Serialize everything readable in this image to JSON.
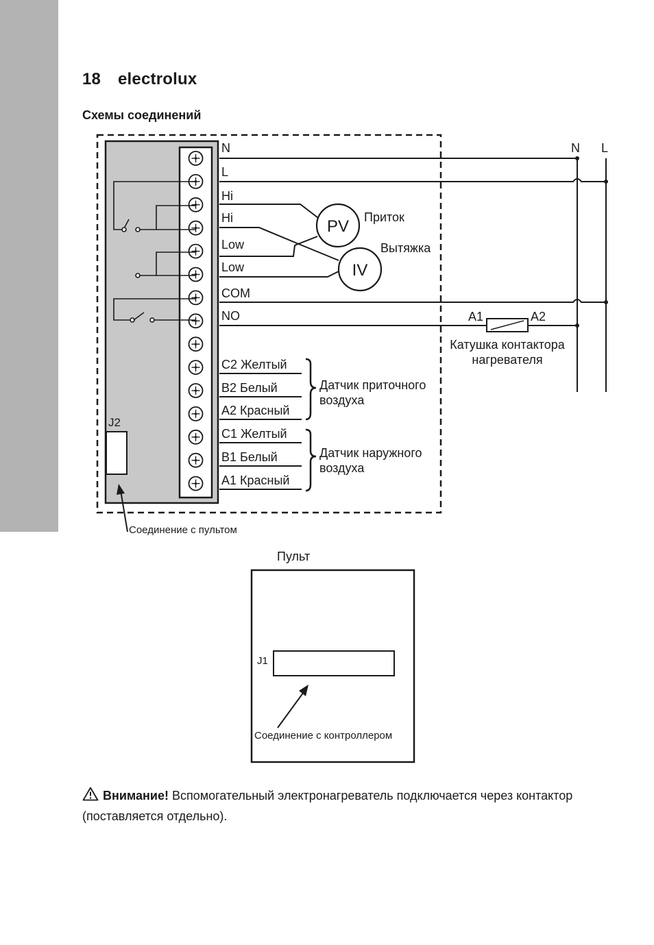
{
  "header": {
    "page_number": "18",
    "brand": "electrolux"
  },
  "section_title": "Схемы соединений",
  "diagram": {
    "terminals": [
      "N",
      "L",
      "Hi",
      "Hi",
      "Low",
      "Low",
      "COM",
      "NO"
    ],
    "sensor_wires": [
      "C2 Желтый",
      "B2 Белый",
      "A2 Красный",
      "C1 Желтый",
      "B1 Белый",
      "A1 Красный"
    ],
    "right_bus": {
      "n": "N",
      "l": "L"
    },
    "motor_pv": "PV",
    "motor_iv": "IV",
    "label_supply": "Приток",
    "label_exhaust": "Вытяжка",
    "coil": {
      "a1": "A1",
      "a2": "A2",
      "line1": "Катушка контактора",
      "line2": "нагревателя"
    },
    "sensor_supply": {
      "line1": "Датчик приточного",
      "line2": "воздуха"
    },
    "sensor_outdoor": {
      "line1": "Датчик наружного",
      "line2": "воздуха"
    },
    "connector_j2": "J2",
    "label_connect_panel": "Соединение с пультом",
    "panel": {
      "title": "Пульт",
      "connector_j1": "J1",
      "label_connect_controller": "Соединение с контроллером"
    }
  },
  "note": {
    "icon": "warning-icon",
    "strong": "Внимание!",
    "text": " Вспомогательный электронагреватель подключается через контактор (поставляется отдельно)."
  }
}
